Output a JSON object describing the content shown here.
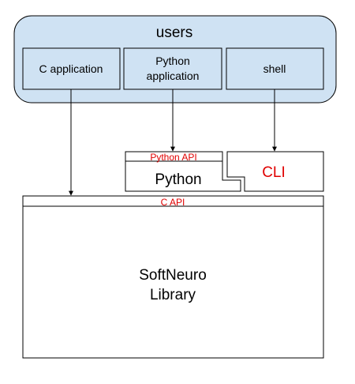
{
  "users": {
    "title": "users",
    "items": [
      {
        "label": "C application"
      },
      {
        "label_line1": "Python",
        "label_line2": "application"
      },
      {
        "label": "shell"
      }
    ]
  },
  "python_block": {
    "api_label": "Python API",
    "title": "Python"
  },
  "cli_block": {
    "title": "CLI"
  },
  "library": {
    "api_label": "C API",
    "title_line1": "SoftNeuro",
    "title_line2": "Library"
  },
  "colors": {
    "users_fill": "#cfe2f3",
    "stroke": "#000000",
    "api_text": "#e00000",
    "cli_text": "#e00000",
    "text": "#000000",
    "background": "#ffffff"
  }
}
